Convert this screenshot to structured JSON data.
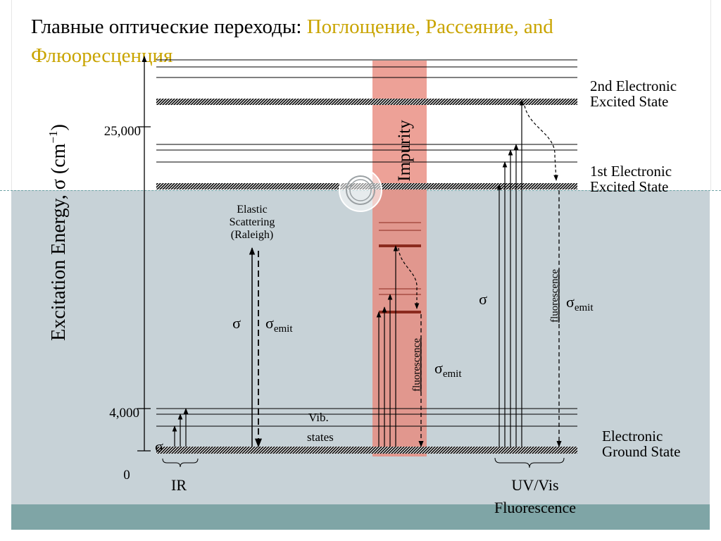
{
  "title": {
    "main": "Главные оптические переходы: ",
    "highlight": "Поглощение, Рассеяние, and Флюоресценция"
  },
  "axis": {
    "label_prefix": "Excitation Energy, σ (cm",
    "label_sup": "−1",
    "label_suffix": ")",
    "ticks": [
      "25,000",
      "4,000",
      "0"
    ]
  },
  "states": {
    "second_excited_line1": "2nd Electronic",
    "second_excited_line2": "Excited State",
    "first_excited_line1": "1st Electronic",
    "first_excited_line2": "Excited State",
    "ground_line1": "Electronic",
    "ground_line2": "Ground State"
  },
  "labels": {
    "elastic_line1": "Elastic",
    "elastic_line2": "Scattering",
    "elastic_line3": "(Raleigh)",
    "sigma": "σ",
    "sigma_emit_symbol": "σ",
    "sigma_emit_sub": "emit",
    "vib_line1": "Vib.",
    "vib_line2": "states",
    "impurity": "Impurity",
    "fluorescence": "fluorescence",
    "ir": "IR",
    "uvvis_line1": "UV/Vis",
    "uvvis_line2": "Fluorescence"
  },
  "colors": {
    "title_highlight": "#c9a400",
    "impurity_band": "#e8877a",
    "impurity_levels": "#8b2a1e",
    "background_mid": "#c7d2d7",
    "background_bottom": "#7fa5a6"
  }
}
